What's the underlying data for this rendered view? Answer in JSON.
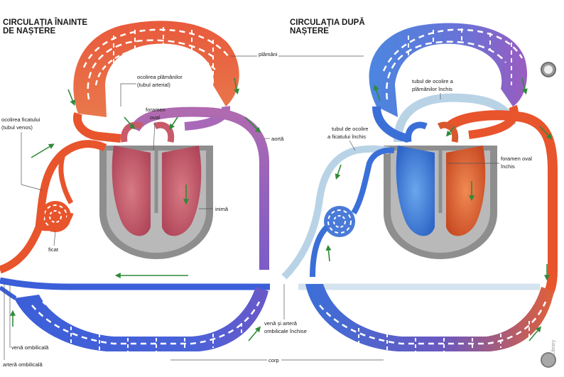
{
  "left_panel": {
    "title_line1": "CIRCULAȚIA ÎNAINTE",
    "title_line2": "DE NAȘTERE",
    "labels": {
      "bypass_lungs_1": "ocolirea plămânilor",
      "bypass_lungs_2": "(tubul arterial)",
      "foramen_1": "foramen",
      "foramen_2": "oval",
      "bypass_liver_1": "ocolirea ficatului",
      "bypass_liver_2": "(tubul venos)",
      "liver": "ficat",
      "heart": "inimă",
      "umbilical_vein": "venă ombilicală",
      "umbilical_artery": "arteră ombilicală"
    }
  },
  "right_panel": {
    "title_line1": "CIRCULAȚIA DUPĂ",
    "title_line2": "NAȘTERE",
    "labels": {
      "closed_lung_tube_1": "tubul de ocolire a",
      "closed_lung_tube_2": "plămânilor închis",
      "closed_liver_tube_1": "tubul de ocolire",
      "closed_liver_tube_2": "a ficatului închis",
      "foramen_closed_1": "foramen oval",
      "foramen_closed_2": "închis",
      "umbilical_closed_1": "venă și arteră",
      "umbilical_closed_2": "ombilicale închise"
    }
  },
  "shared_labels": {
    "lungs": "plămâni",
    "aorta": "aortă",
    "body": "corp"
  },
  "watermark": "Library",
  "colors": {
    "oxygenated": "#e8542c",
    "deoxygenated": "#3b6fd8",
    "mixed": "#8a5fc0",
    "closed_vessel": "#b9d3e6",
    "heart_wall": "#8e8e8e",
    "heart_chamber_left_panel": "#c85a6a",
    "heart_chamber_right_blue": "#4a86d8",
    "heart_chamber_right_red": "#d8582e",
    "arrow": "#2f8a3a"
  }
}
